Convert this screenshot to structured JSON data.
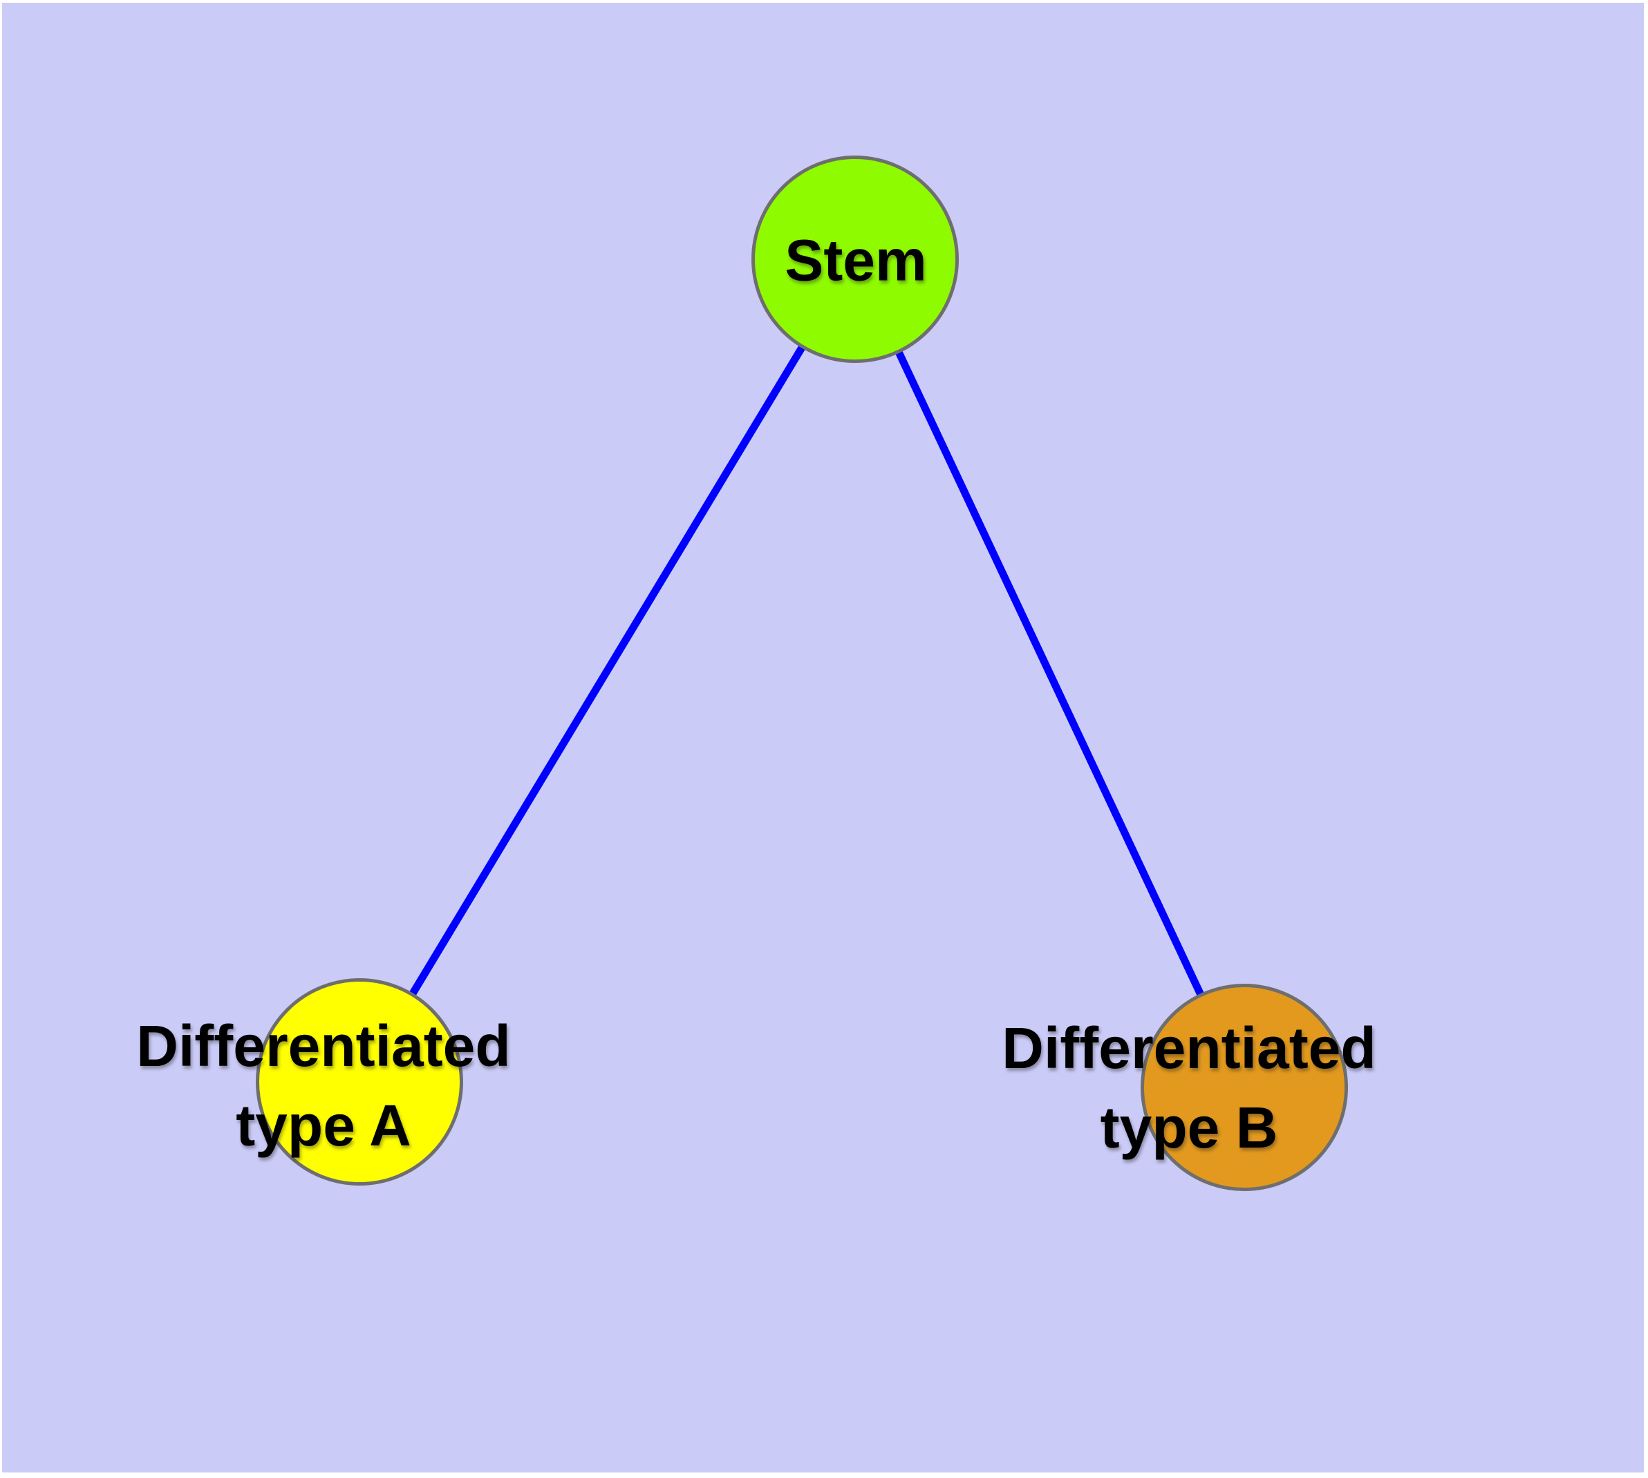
{
  "diagram": {
    "background_color": "#CBCBF8",
    "frame_color": "#FFFFFF",
    "node_border_color": "#6E6E6E",
    "label_color": "#000000",
    "nodes": [
      {
        "id": "stem",
        "lines": [
          "Stem",
          ""
        ],
        "fill": "#8FFB00"
      },
      {
        "id": "type-a",
        "lines": [
          "Differentiated",
          "type A"
        ],
        "fill": "#FFFF00"
      },
      {
        "id": "type-b",
        "lines": [
          "Differentiated",
          "type B"
        ],
        "fill": "#E2991E"
      }
    ],
    "edges": [
      {
        "from": "stem",
        "to": "type-a",
        "color": "#0000FF"
      },
      {
        "from": "stem",
        "to": "type-b",
        "color": "#0000FF"
      }
    ]
  }
}
